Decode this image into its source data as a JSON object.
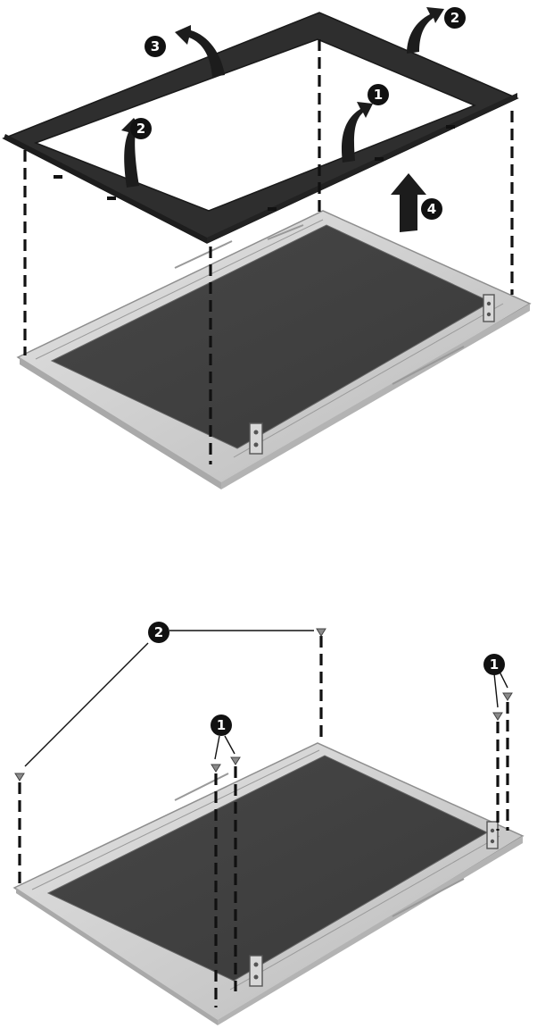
{
  "colors": {
    "panel": "#3f3f3f",
    "panel_inner": "#353535",
    "frame": "#c9c9c9",
    "frame_edge": "#9a9a9a",
    "bezel": "#2b2b2b",
    "callout": "#111111",
    "arrow": "#1c1c1c"
  },
  "top_diagram": {
    "callouts": [
      {
        "id": "1",
        "label": "1"
      },
      {
        "id": "2a",
        "label": "2"
      },
      {
        "id": "2b",
        "label": "2"
      },
      {
        "id": "3",
        "label": "3"
      },
      {
        "id": "4",
        "label": "4"
      }
    ],
    "icons": [
      "curved-lift-arrow-icon",
      "straight-lift-arrow-icon"
    ]
  },
  "bottom_diagram": {
    "callouts": [
      {
        "id": "2",
        "label": "2"
      },
      {
        "id": "1a",
        "label": "1"
      },
      {
        "id": "1b",
        "label": "1"
      }
    ],
    "icons": [
      "screw-icon"
    ]
  }
}
